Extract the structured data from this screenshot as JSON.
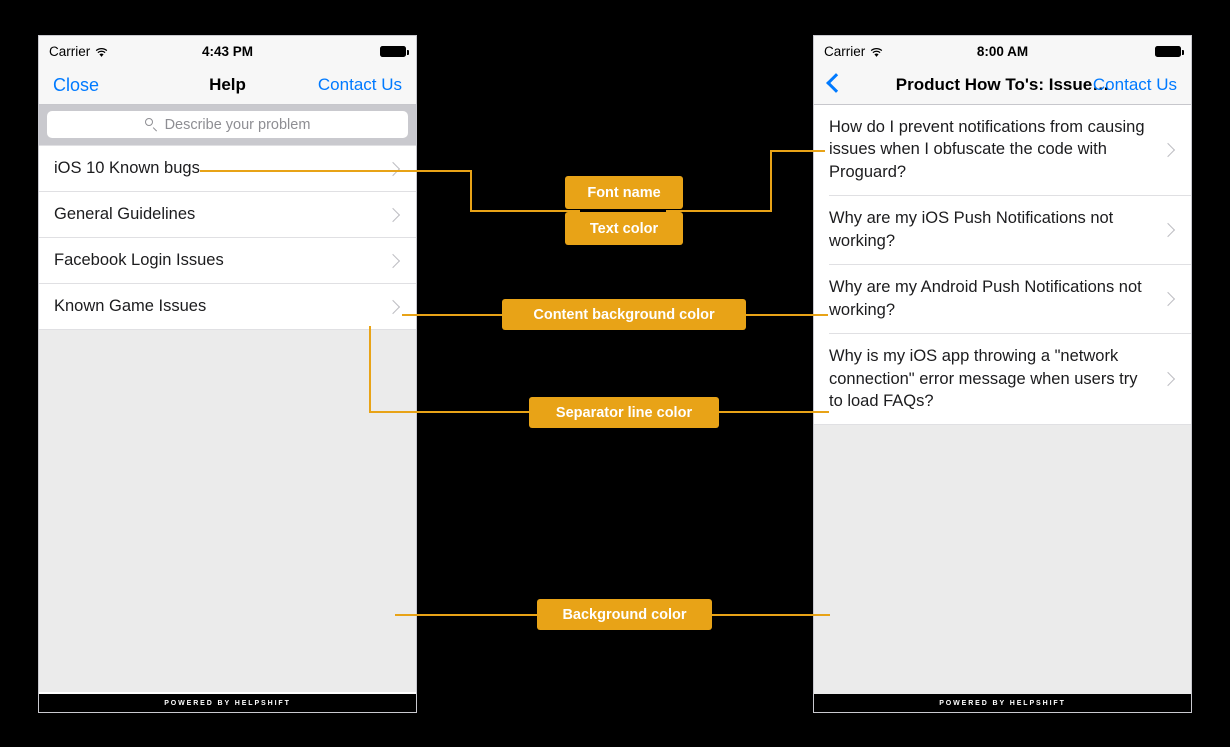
{
  "meta": {
    "accent_color": "#E8A317",
    "link_color": "#007AFF",
    "page_background": "#000000",
    "content_background": "#FFFFFF",
    "screen_background": "#EBEBEB",
    "separator_color": "#E0E0E3"
  },
  "left_phone": {
    "status_bar": {
      "carrier": "Carrier",
      "time": "4:43 PM",
      "wifi_icon": "wifi-icon",
      "battery_icon": "battery-icon"
    },
    "nav": {
      "left_label": "Close",
      "title": "Help",
      "right_label": "Contact Us"
    },
    "search": {
      "placeholder": "Describe your problem",
      "icon": "search-icon"
    },
    "list": [
      {
        "label": "iOS 10 Known bugs"
      },
      {
        "label": "General Guidelines"
      },
      {
        "label": "Facebook Login Issues"
      },
      {
        "label": "Known Game Issues"
      }
    ],
    "footer": "POWERED BY HELPSHIFT"
  },
  "right_phone": {
    "status_bar": {
      "carrier": "Carrier",
      "time": "8:00 AM",
      "wifi_icon": "wifi-icon",
      "battery_icon": "battery-icon"
    },
    "nav": {
      "back_icon": "back-chevron-icon",
      "title": "Product How To's: Issue…",
      "right_label": "Contact Us"
    },
    "list": [
      {
        "label": "How do I prevent notifications from causing issues when I obfuscate the code with Proguard?"
      },
      {
        "label": "Why are my iOS Push Notifications not working?"
      },
      {
        "label": "Why are my Android Push Notifications not working?"
      },
      {
        "label": "Why is my iOS app throwing a \"network connection\" error message when users try to load FAQs?"
      }
    ],
    "footer": "POWERED BY HELPSHIFT"
  },
  "annotations": [
    {
      "id": "font-name",
      "label": "Font name"
    },
    {
      "id": "text-color",
      "label": "Text color"
    },
    {
      "id": "content-background-color",
      "label": "Content background color"
    },
    {
      "id": "separator-line-color",
      "label": "Separator line color"
    },
    {
      "id": "background-color",
      "label": "Background color"
    }
  ]
}
